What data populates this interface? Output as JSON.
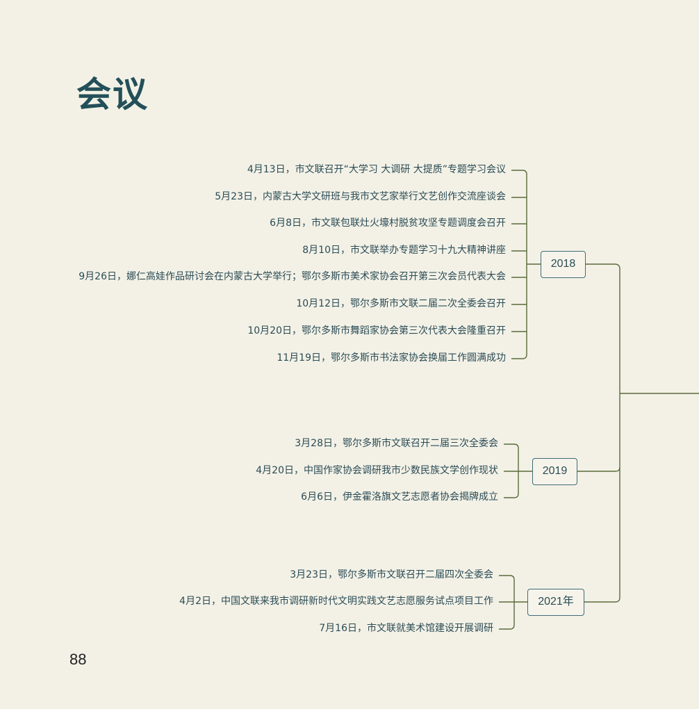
{
  "page": {
    "title": "会议",
    "page_number": "88"
  },
  "timeline": [
    {
      "year": "2018",
      "events": [
        "4月13日，市文联召开“大学习 大调研 大提质”专题学习会议",
        "5月23日，内蒙古大学文研班与我市文艺家举行文艺创作交流座谈会",
        "6月8日，市文联包联灶火壕村脱贫攻坚专题调度会召开",
        "8月10日，市文联举办专题学习十九大精神讲座",
        "9月26日，娜仁高娃作品研讨会在内蒙古大学举行；鄂尔多斯市美术家协会召开第三次会员代表大会",
        "10月12日，鄂尔多斯市文联二届二次全委会召开",
        "10月20日，鄂尔多斯市舞蹈家协会第三次代表大会隆重召开",
        "11月19日，鄂尔多斯市书法家协会换届工作圆满成功"
      ]
    },
    {
      "year": "2019",
      "events": [
        "3月28日，鄂尔多斯市文联召开二届三次全委会",
        "4月20日，中国作家协会调研我市少数民族文学创作现状",
        "6月6日，伊金霍洛旗文艺志愿者协会揭牌成立"
      ]
    },
    {
      "year": "2021年",
      "events": [
        "3月23日，鄂尔多斯市文联召开二届四次全委会",
        "4月2日，中国文联来我市调研新时代文明实践文艺志愿服务试点项目工作",
        "7月16日，市文联就美术馆建设开展调研"
      ]
    }
  ],
  "colors": {
    "background": "#f3f1e6",
    "title": "#234f59",
    "text": "#2a4b55",
    "connector": "#5b6a3a",
    "box_border": "#3f6b77"
  }
}
